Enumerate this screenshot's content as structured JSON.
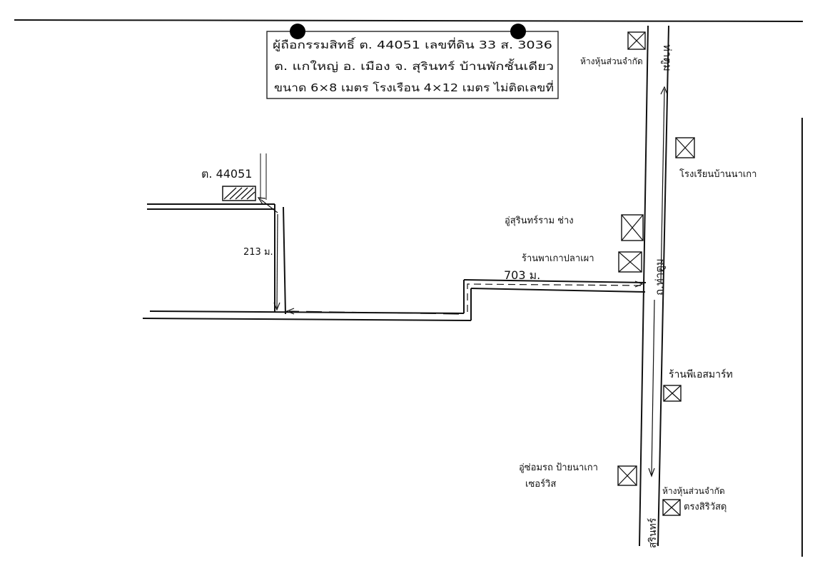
{
  "header_note": {
    "line1": "ผู้ถือกรรมสิทธิ์ ต. 44051 เลขที่ดิน 33 ส. 3036",
    "line2": "ต. แกใหญ่ อ. เมือง จ. สุรินทร์ บ้านพักชั้นเดียว",
    "line3": "ขนาด 6×8 เมตร โรงเรือน 4×12 เมตร ไม่ติดเลขที่"
  },
  "parcel": {
    "label": "ต. 44051"
  },
  "distances": {
    "vertical": "213 ม.",
    "horizontal": "703 ม."
  },
  "roads": {
    "top": "ท่าตูม",
    "middle": "ถ.ท่าตูม",
    "bottom": "สุรินทร์"
  },
  "landmarks": {
    "top_left": "ห้างหุ้นส่วนจำกัด",
    "school": "โรงเรียนบ้านนาเกา",
    "garage": "อู่สุรินทร์ราม ช่าง",
    "shop": "ร้านพาเกาปลาเผา",
    "mart": "ร้านพีเอสมาร์ท",
    "body_shop_1": "อู่ซ่อมรถ ป้ายนาเกา",
    "body_shop_2": "เซอร์วิส",
    "company_1": "ห้างหุ้นส่วนจำกัด",
    "company_2": "ตรงสิริวัสดุ"
  }
}
